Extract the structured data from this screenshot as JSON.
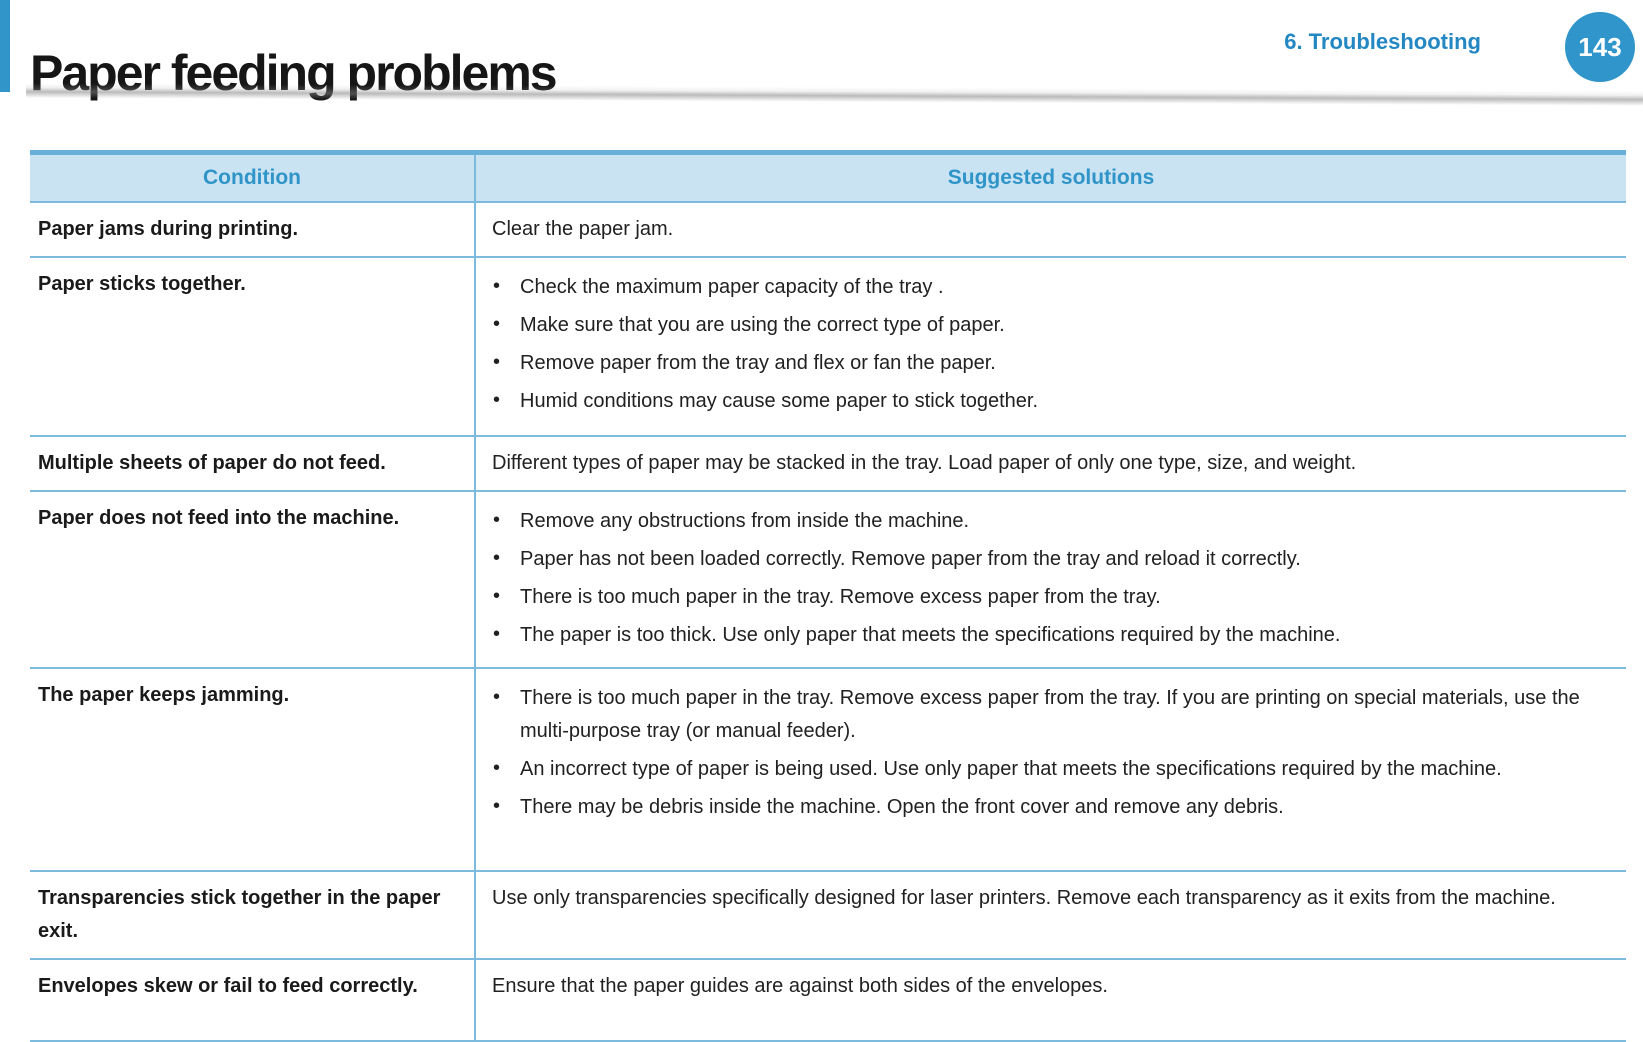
{
  "page": {
    "title": "Paper feeding problems",
    "chapter": "6.  Troubleshooting",
    "page_number": "143"
  },
  "colors": {
    "accent_blue": "#3295ca",
    "chapter_blue": "#2387c3",
    "badge_blue": "#2f95ca",
    "table_header_fill": "#c9e3f3",
    "table_header_text": "#2f94c8",
    "table_border_top": "#68b0d8",
    "table_line": "#7cbade",
    "body_text": "#1d1d1f"
  },
  "table": {
    "headers": [
      "Condition",
      "Suggested solutions"
    ],
    "rows": [
      {
        "condition": "Paper jams during printing.",
        "bullets": false,
        "solutions": [
          "Clear the paper jam."
        ]
      },
      {
        "condition": "Paper sticks together.",
        "bullets": true,
        "solutions": [
          "Check the maximum paper capacity of the tray .",
          "Make sure that you are using the correct type of paper.",
          "Remove paper from the tray and flex or fan the paper.",
          "Humid conditions may cause some paper to stick together."
        ]
      },
      {
        "condition": "Multiple sheets of paper do not feed.",
        "bullets": false,
        "solutions": [
          "Different types of paper may be stacked in the tray. Load paper of only one type, size, and weight."
        ]
      },
      {
        "condition": "Paper does not feed into the machine.",
        "bullets": true,
        "solutions": [
          "Remove any obstructions from inside the machine.",
          "Paper has not been loaded correctly. Remove paper from the tray and reload it correctly.",
          "There is too much paper in the tray. Remove excess paper from the tray.",
          "The paper is too thick. Use only paper that meets the specifications required by the machine."
        ]
      },
      {
        "condition": "The paper keeps jamming.",
        "bullets": true,
        "solutions": [
          "There is too much paper in the tray. Remove excess paper from the tray. If you are printing on special materials, use the multi-purpose tray (or manual feeder).",
          "An incorrect type of paper is being used. Use only paper that meets the specifications required by the machine.",
          "There may be debris inside the machine. Open the front cover and remove any debris."
        ]
      },
      {
        "condition": "Transparencies stick together in the paper exit.",
        "bullets": false,
        "solutions": [
          "Use only transparencies specifically designed for laser printers. Remove each transparency as it exits from the machine."
        ]
      },
      {
        "condition": "Envelopes skew or fail to feed correctly.",
        "bullets": false,
        "solutions": [
          "Ensure that the paper guides are against both sides of the envelopes."
        ]
      }
    ]
  }
}
